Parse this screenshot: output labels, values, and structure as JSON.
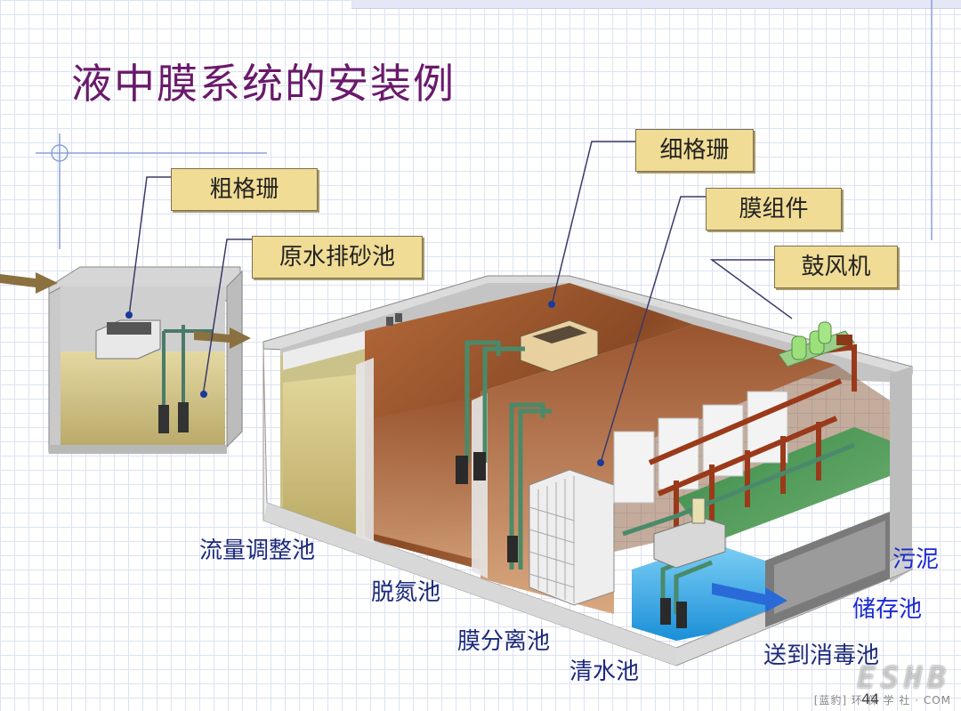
{
  "title": "液中膜系统的安装例",
  "callouts": {
    "coarse_screen": "粗格珊",
    "raw_water_tank": "原水排砂池",
    "fine_screen": "细格珊",
    "membrane_module": "膜组件",
    "blower": "鼓风机"
  },
  "labels": {
    "flow_adjust": "流量调整池",
    "denitrification": "脱氮池",
    "membrane_separation": "膜分离池",
    "clear_water": "清水池",
    "sludge_line1": "污泥",
    "sludge_line2": "储存池",
    "to_disinfection": "送到消毒池"
  },
  "watermark": {
    "big": "ESHB",
    "small": "[蓝豹] 环 保 学 社 · COM"
  },
  "page_number": "44",
  "colors": {
    "title": "#6a1a6a",
    "callout_bg": "#f0dc95",
    "label": "#1d2a7a",
    "label_blue": "#1a2ad0",
    "concrete": "#e2e2e2",
    "water_yellow": "#d8c98a",
    "water_brown": "#8a4a25",
    "water_blue": "#2aa0e0",
    "pipe_green": "#4a8a6a",
    "pipe_red": "#8a3a1a"
  }
}
